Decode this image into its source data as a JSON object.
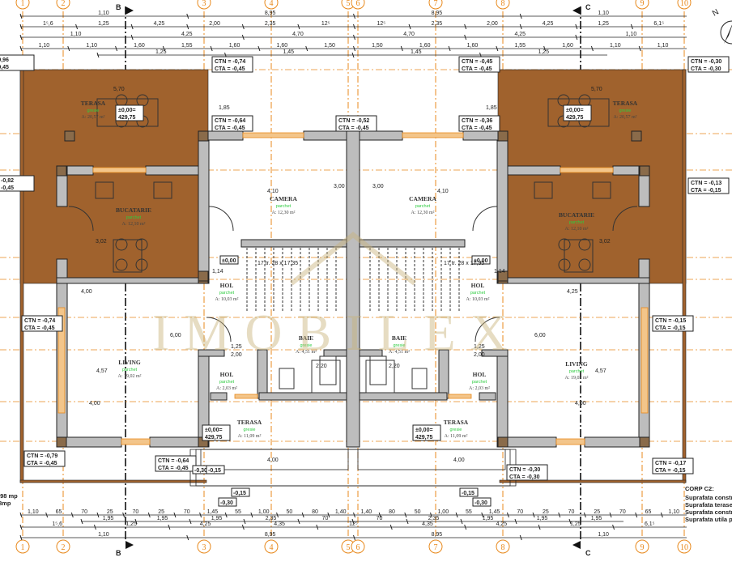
{
  "axes_top": [
    "1",
    "2",
    "B",
    "3",
    "4",
    "5",
    "6",
    "7",
    "8",
    "C",
    "9",
    "10"
  ],
  "axes_bottom": [
    "1",
    "2",
    "B",
    "3",
    "4",
    "5",
    "6",
    "7",
    "8",
    "C",
    "9",
    "10"
  ],
  "north_label": "N",
  "watermark": "IMOBILEX",
  "colors": {
    "axis": "#e8891c",
    "wall": "#bdbdbd",
    "floor_text": "#2ecc40",
    "watermark": "#c8b27a"
  },
  "dimensions_top": [
    [
      "1,10",
      "8,95",
      "8,95",
      "1,10"
    ],
    [
      "1⁵,6",
      "1,25",
      "4,25",
      "2,00",
      "2,35",
      "12⁵",
      "12⁵",
      "2,35",
      "2,00",
      "4,25",
      "1,25",
      "6,1⁵"
    ],
    [
      "1,10",
      "4,25",
      "4,70",
      "4,70",
      "4,25",
      "1,10"
    ],
    [
      "1,10",
      "1,10",
      "1,60",
      "1,55",
      "1,60",
      "1,60",
      "1,50",
      "1,50",
      "1,60",
      "1,60",
      "1,55",
      "1,60",
      "1,10",
      "1,10"
    ],
    [
      "1,25",
      "1,45",
      "1,45",
      "1,25"
    ]
  ],
  "dimensions_bottom": [
    [
      "1,10",
      "65",
      "70",
      "25",
      "70",
      "25",
      "70",
      "1,45",
      "55",
      "1,00",
      "50",
      "80",
      "1,40",
      "1,40",
      "80",
      "50",
      "1,00",
      "55",
      "1,45",
      "70",
      "25",
      "70",
      "25",
      "70",
      "65",
      "1,10"
    ],
    [
      "1,95",
      "1,95",
      "1,95",
      "2,35",
      "70",
      "70",
      "2,35",
      "1,95",
      "1,95",
      "1,95"
    ],
    [
      "1⁵,6",
      "1,25",
      "4,25",
      "4,35",
      "12⁵",
      "4,35",
      "4,25",
      "1,25",
      "6,1⁵"
    ],
    [
      "1,10",
      "8,95",
      "8,95",
      "1,10"
    ]
  ],
  "rooms": [
    {
      "name": "TERASA",
      "floor": "gresie",
      "area": "A: 20,57 m²"
    },
    {
      "name": "BUCATARIE",
      "floor": "parchet",
      "area": "A: 12,10 m²"
    },
    {
      "name": "CAMERA",
      "floor": "parchet",
      "area": "A: 12,30 m²"
    },
    {
      "name": "HOL",
      "floor": "parchet",
      "area": "A: 10,03 m²"
    },
    {
      "name": "BAIE",
      "floor": "gresie",
      "area": "A: 4,51 m²"
    },
    {
      "name": "LIVING",
      "floor": "parchet",
      "area": "A: 19,02 m²"
    },
    {
      "name": "HOL",
      "floor": "parchet",
      "area": "A: 2,03 m²"
    },
    {
      "name": "TERASA",
      "floor": "gresie",
      "area": "A: 11,09 m²"
    },
    {
      "name": "TERASA",
      "floor": "gresie",
      "area": "A: 20,57 m²"
    },
    {
      "name": "BUCATARIE",
      "floor": "parchet",
      "area": "A: 12,10 m²"
    },
    {
      "name": "CAMERA",
      "floor": "parchet",
      "area": "A: 12,30 m²"
    },
    {
      "name": "HOL",
      "floor": "parchet",
      "area": "A: 10,03 m²"
    },
    {
      "name": "BAIE",
      "floor": "gresie",
      "area": "A: 4,51 m²"
    },
    {
      "name": "LIVING",
      "floor": "parchet",
      "area": "A: 19,02 m²"
    },
    {
      "name": "HOL",
      "floor": "parchet",
      "area": "A: 2,03 m²"
    },
    {
      "name": "TERASA",
      "floor": "gresie",
      "area": "A: 11,09 m²"
    }
  ],
  "level_tags": [
    [
      "-0,96",
      "-0,45"
    ],
    [
      "CTN = -0,74",
      "CTA = -0,45"
    ],
    [
      "CTN = -0,64",
      "CTA = -0,45"
    ],
    [
      "CTN = -0,52",
      "CTA = -0,45"
    ],
    [
      "CTN = -0,45",
      "CTA = -0,45"
    ],
    [
      "CTN = -0,36",
      "CTA = -0,45"
    ],
    [
      "CTN = -0,30",
      "CTA = -0,30"
    ],
    [
      "= -0,82",
      "= -0,45"
    ],
    [
      "CTN = -0,13",
      "CTA = -0,15"
    ],
    [
      "CTN = -0,74",
      "CTA = -0,45"
    ],
    [
      "CTN = -0,15",
      "CTA = -0,15"
    ],
    [
      "CTN = -0,79",
      "CTA = -0,45"
    ],
    [
      "CTN = -0,64",
      "CTA = -0,45"
    ],
    [
      "CTN = -0,30",
      "CTA = -0,30"
    ],
    [
      "CTN = -0,17",
      "CTA = -0,15"
    ]
  ],
  "elevations": [
    [
      "±0,00=",
      "429,75"
    ],
    [
      "±0,00=",
      "429,75"
    ],
    [
      "±0,00=",
      "429,75"
    ],
    [
      "±0,00=",
      "429,75"
    ]
  ],
  "small_levels": [
    "±0,00",
    "±0,00",
    "-0,15",
    "-0,30",
    "-0,15",
    "-0,30",
    "-0,30",
    "-0,15"
  ],
  "inner_dims": [
    "5,70",
    "5,70",
    "1,85",
    "1,85",
    "4,10",
    "4,10",
    "3,00",
    "3,00",
    "4,00",
    "4,25",
    "6,00",
    "6,00",
    "4,00",
    "4,00",
    "4,00",
    "4,00",
    "1,14",
    "1,14",
    "2,00",
    "2,20",
    "2,20",
    "2,00",
    "1,25",
    "1,25",
    "17 tr. 28 x 17,35",
    "17 tr. 28 x 17,35",
    "3,02",
    "3,02",
    "4,57",
    "4,57"
  ],
  "stair_text": [
    "17 tr. 28 x",
    "17 tr. 28 x"
  ],
  "corp": {
    "title": "CORP C2:",
    "lines": [
      "Suprafata constr",
      "Suprafata terase",
      "Suprafata constr",
      "Suprafata utila pa"
    ]
  },
  "left_notes": [
    ",98 mp",
    "8mp"
  ]
}
